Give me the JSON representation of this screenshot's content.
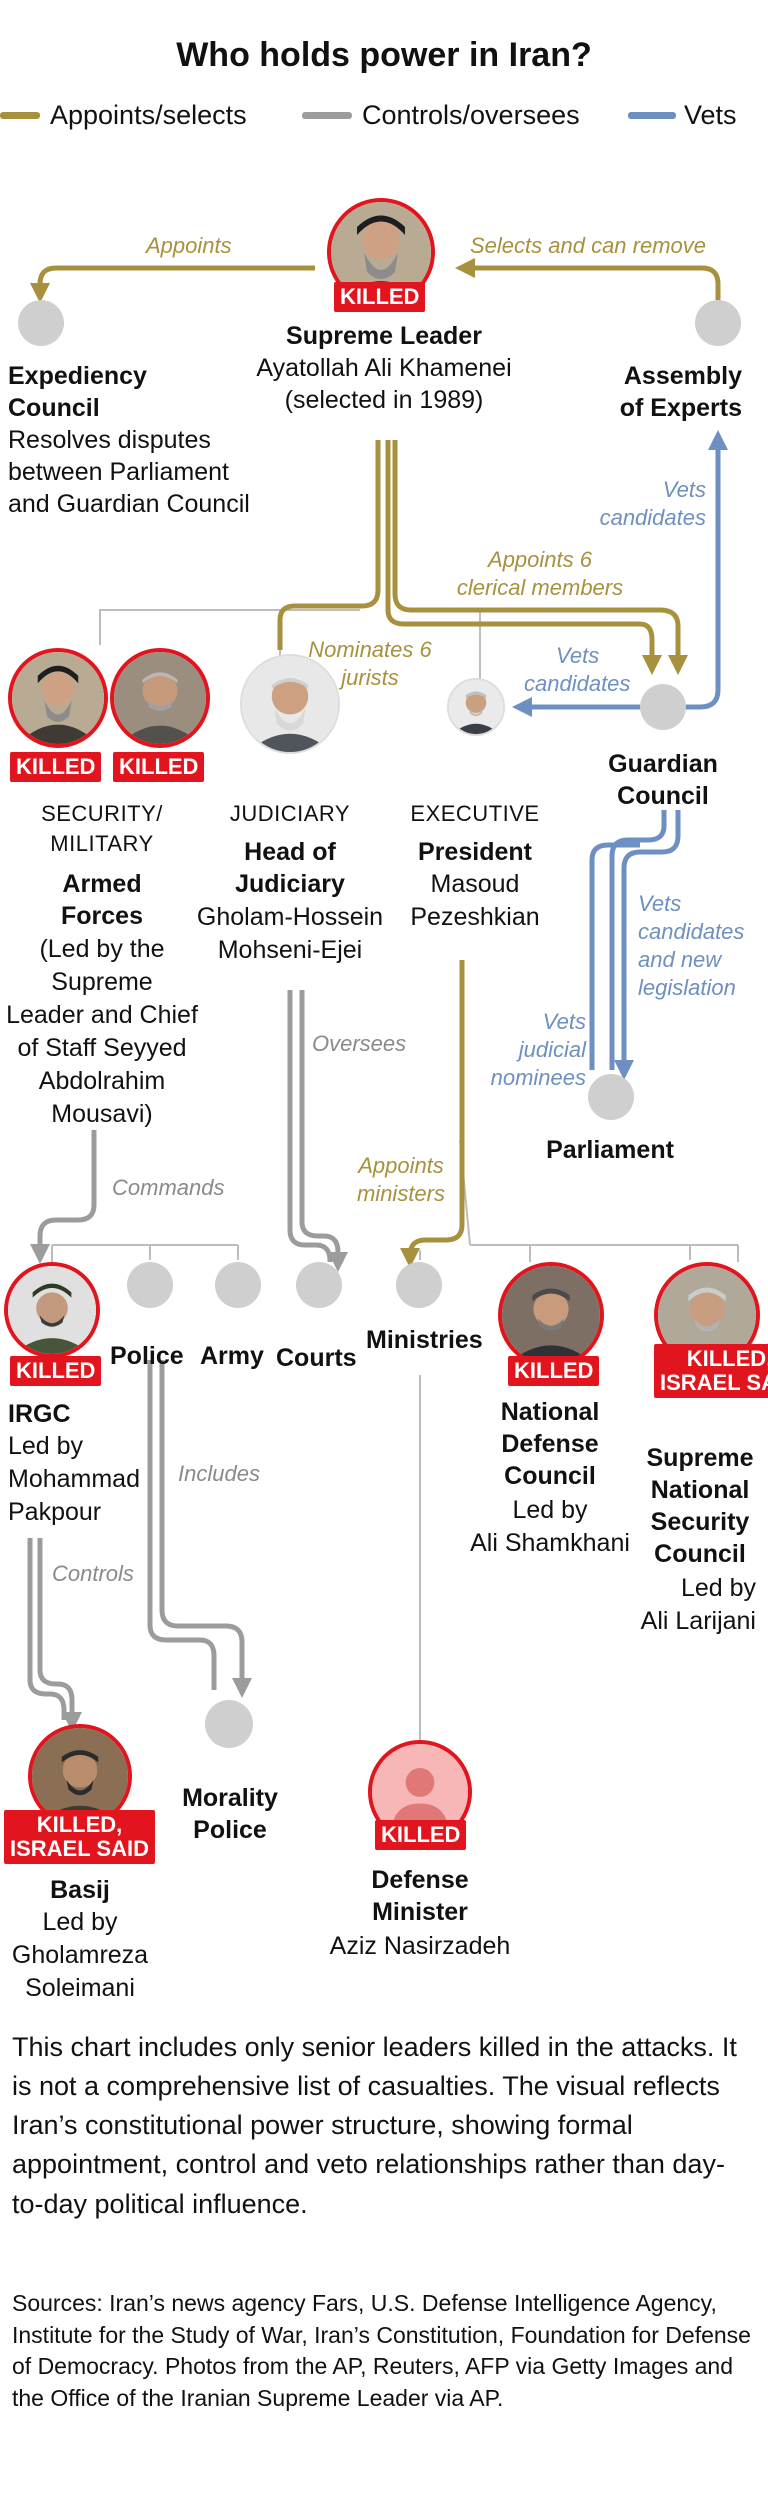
{
  "title": "Who holds power in Iran?",
  "legend": {
    "appoints": "Appoints/selects",
    "controls": "Controls/oversees",
    "vets": "Vets"
  },
  "colors": {
    "appoints": "#a8913e",
    "controls": "#9c9c9c",
    "vets": "#6e8fc2",
    "killed_badge": "#e2141d",
    "node_dot": "#cfcfcf"
  },
  "badges": {
    "killed": "KILLED",
    "killed_israel_said": [
      "KILLED,",
      "ISRAEL SAID"
    ]
  },
  "edges": {
    "appoints": "Appoints",
    "selects_remove": "Selects and can remove",
    "vets_candidates_1": [
      "Vets",
      "candidates"
    ],
    "appoints_clerical": [
      "Appoints 6",
      "clerical members"
    ],
    "nominates_jurists": [
      "Nominates 6",
      "jurists"
    ],
    "vets_candidates_2": [
      "Vets",
      "candidates"
    ],
    "vets_legislation": [
      "Vets",
      "candidates",
      "and new",
      "legislation"
    ],
    "vets_judicial": [
      "Vets",
      "judicial",
      "nominees"
    ],
    "oversees": "Oversees",
    "appoints_ministers": [
      "Appoints",
      "ministers"
    ],
    "commands": "Commands",
    "includes": "Includes",
    "controls": "Controls"
  },
  "nodes": {
    "supreme_leader": {
      "name": "Supreme Leader",
      "desc": [
        "Ayatollah Ali Khamenei",
        "(selected in 1989)"
      ]
    },
    "expediency": {
      "name": [
        "Expediency",
        "Council"
      ],
      "desc": [
        "Resolves disputes",
        "between Parliament",
        "and Guardian Council"
      ]
    },
    "assembly": {
      "name": [
        "Assembly",
        "of Experts"
      ]
    },
    "guardian": {
      "name": [
        "Guardian",
        "Council"
      ]
    },
    "security": {
      "category": [
        "SECURITY/",
        "MILITARY"
      ],
      "name": [
        "Armed",
        "Forces"
      ],
      "desc": [
        "(Led by the",
        "Supreme",
        "Leader and Chief",
        "of Staff Seyyed",
        "Abdolrahim",
        "Mousavi)"
      ]
    },
    "judiciary": {
      "category": "JUDICIARY",
      "name": [
        "Head of",
        "Judiciary"
      ],
      "desc": [
        "Gholam-Hossein",
        "Mohseni-Ejei"
      ]
    },
    "executive": {
      "category": "EXECUTIVE",
      "name": "President",
      "desc": [
        "Masoud",
        "Pezeshkian"
      ]
    },
    "parliament": {
      "name": "Parliament"
    },
    "irgc": {
      "name": "IRGC",
      "desc": [
        "Led by",
        "Mohammad",
        "Pakpour"
      ]
    },
    "police": {
      "name": "Police"
    },
    "army": {
      "name": "Army"
    },
    "courts": {
      "name": "Courts"
    },
    "ministries": {
      "name": "Ministries"
    },
    "defense_council": {
      "name": [
        "National",
        "Defense",
        "Council"
      ],
      "desc": [
        "Led by",
        "Ali Shamkhani"
      ]
    },
    "snsc": {
      "name": [
        "Supreme",
        "National",
        "Security",
        "Council"
      ],
      "desc": [
        "Led by",
        "Ali Larijani"
      ]
    },
    "basij": {
      "name": "Basij",
      "desc": [
        "Led by",
        "Gholamreza",
        "Soleimani"
      ]
    },
    "morality": {
      "name": [
        "Morality",
        "Police"
      ]
    },
    "defense_minister": {
      "name": [
        "Defense",
        "Minister"
      ],
      "desc": "Aziz Nasirzadeh"
    }
  },
  "note": "This chart includes only senior leaders killed in the attacks. It is not a comprehensive list of casualties. The visual reflects Iran’s constitutional power structure, showing formal appointment, control and veto relationships rather than day-to-day political influence.",
  "sources": "Sources: Iran’s news agency Fars, U.S. Defense Intelligence Agency, Institute for the Study of War, Iran’s Constitution, Foundation for Defense of Democracy. Photos from the AP, Reuters, AFP via Getty Images and the Office of the Iranian Supreme Leader via AP."
}
